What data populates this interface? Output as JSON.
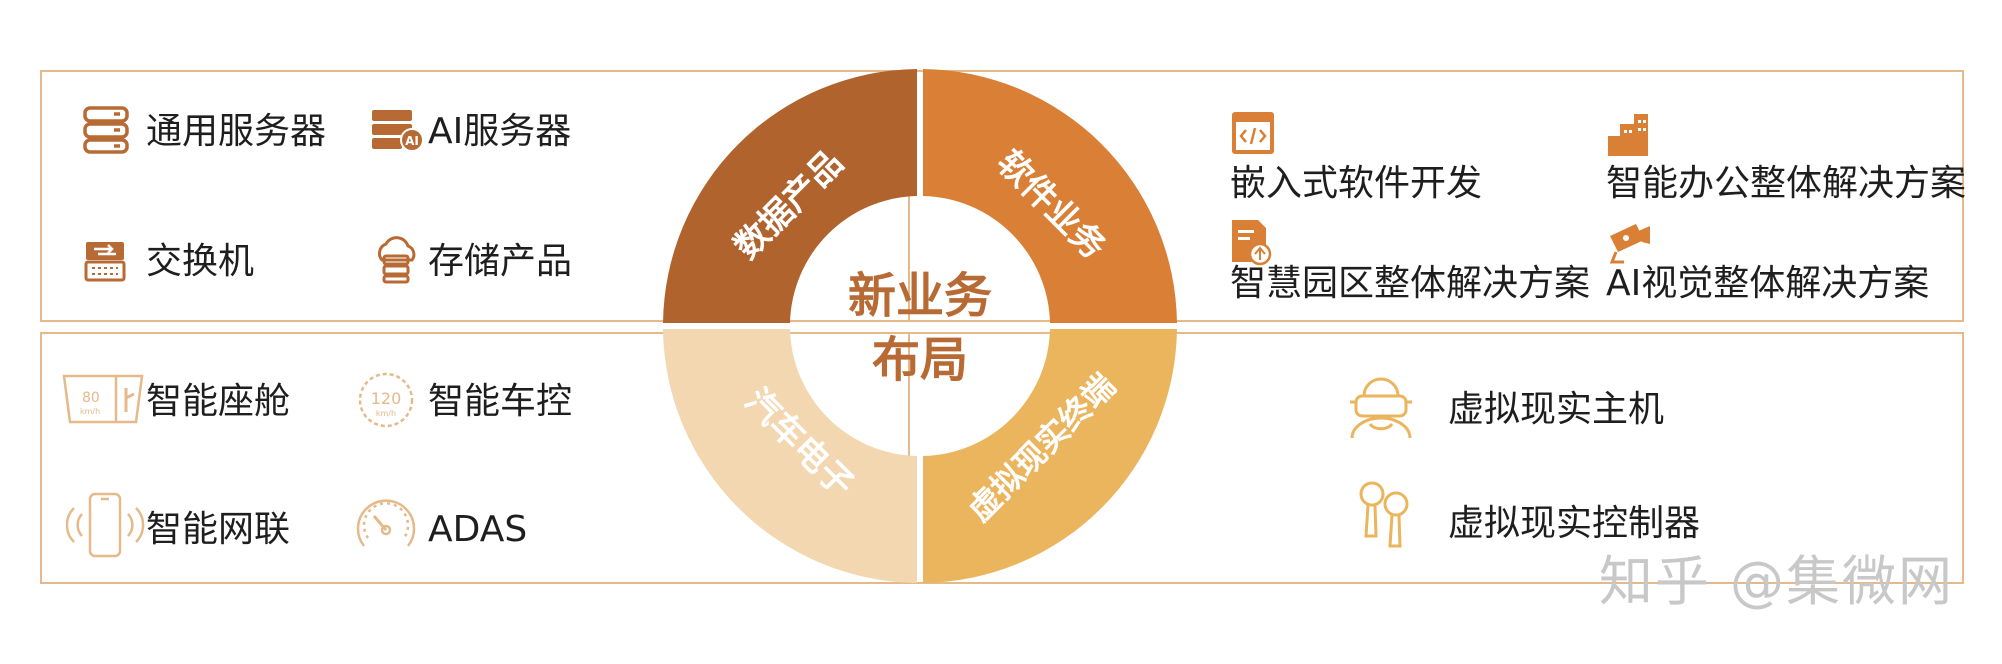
{
  "center": {
    "line1": "新业务",
    "line2": "布局"
  },
  "segments": {
    "data_products": "数据产品",
    "software": "软件业务",
    "auto_electronics": "汽车电子",
    "vr_terminal": "虚拟现实终端"
  },
  "data_products_items": {
    "general_server": "通用服务器",
    "ai_server": "AI服务器",
    "switch": "交换机",
    "storage": "存储产品"
  },
  "software_items": {
    "embedded": "嵌入式软件开发",
    "office": "智能办公整体解决方案",
    "park": "智慧园区整体解决方案",
    "vision": "AI视觉整体解决方案"
  },
  "auto_items": {
    "cockpit": "智能座舱",
    "car_control": "智能车控",
    "connected": "智能网联",
    "adas": "ADAS",
    "speedo_left": "80",
    "speedo_left_unit": "km/h",
    "speedo_right": "120",
    "speedo_right_unit": "km/h"
  },
  "vr_items": {
    "host": "虚拟现实主机",
    "controller": "虚拟现实控制器"
  },
  "watermark": "知乎 @集微网",
  "colors": {
    "data_products": "#b0632d",
    "software": "#d98036",
    "auto_electronics": "#f2d7b0",
    "vr_terminal": "#ebb55e",
    "icon_brown": "#b86a35",
    "border": "#e6b98a"
  }
}
